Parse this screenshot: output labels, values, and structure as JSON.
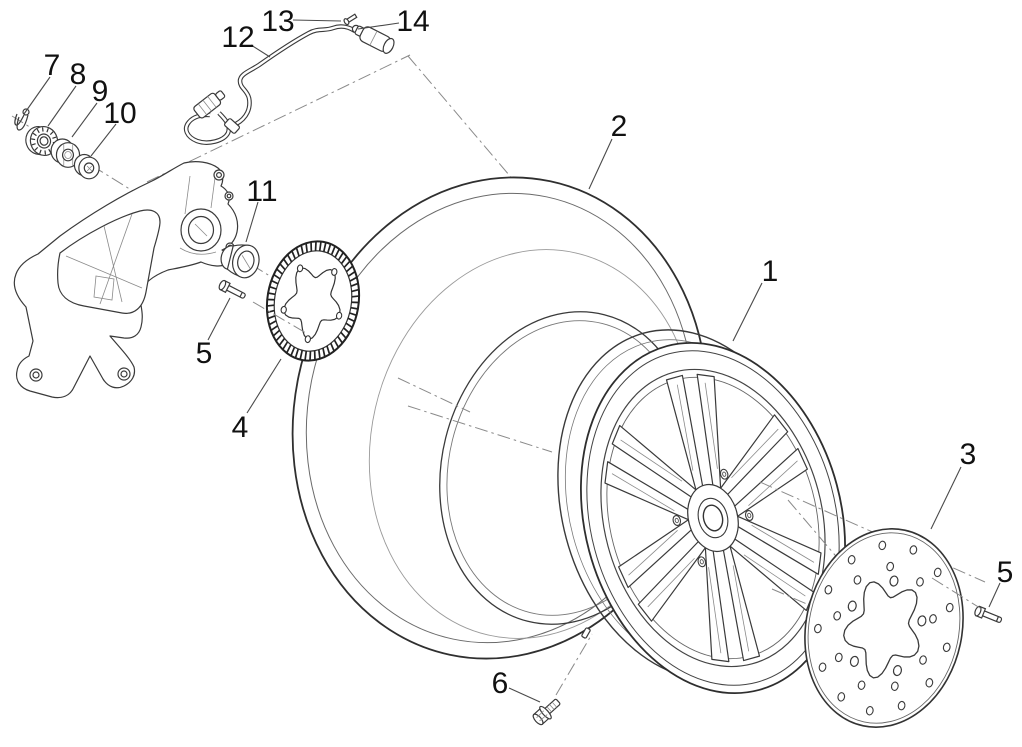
{
  "diagram": {
    "callouts": [
      {
        "label": "1"
      },
      {
        "label": "2"
      },
      {
        "label": "3"
      },
      {
        "label": "4"
      },
      {
        "label": "5"
      },
      {
        "label": "5"
      },
      {
        "label": "6"
      },
      {
        "label": "7"
      },
      {
        "label": "8"
      },
      {
        "label": "9"
      },
      {
        "label": "10"
      },
      {
        "label": "11"
      },
      {
        "label": "12"
      },
      {
        "label": "13"
      },
      {
        "label": "14"
      }
    ]
  },
  "colors": {
    "background": "#ffffff",
    "line": "#3a3a3a",
    "label": "#111111"
  }
}
